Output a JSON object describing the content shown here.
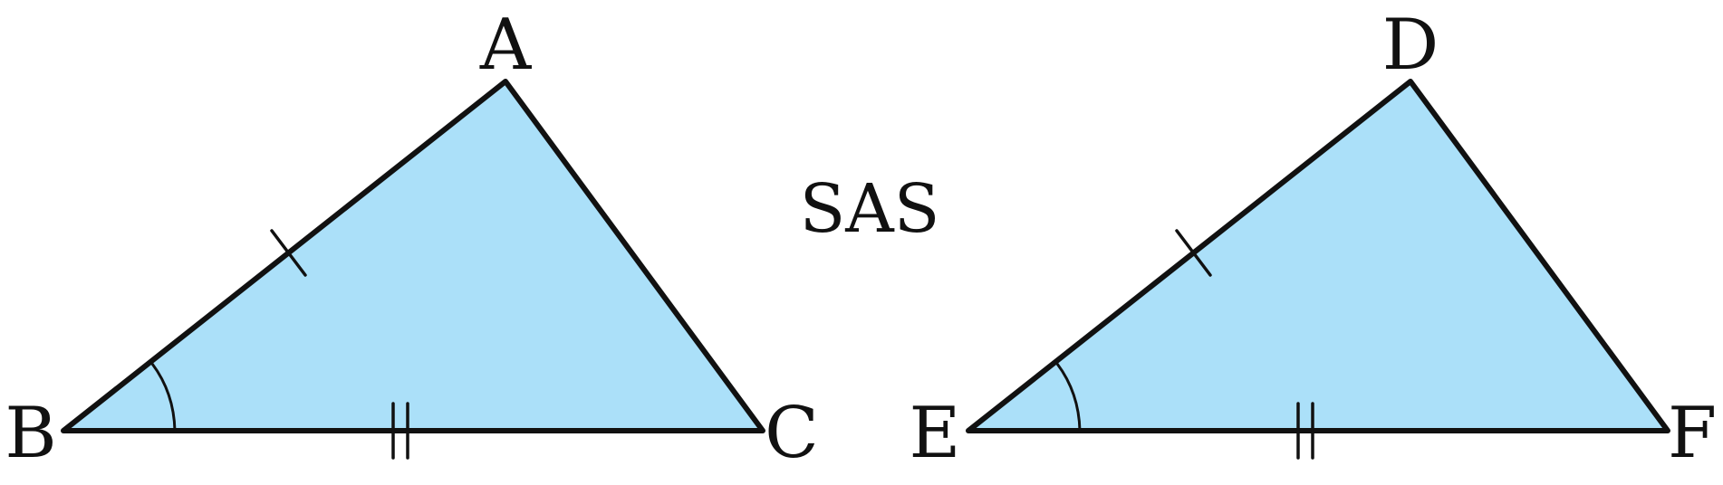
{
  "diagram": {
    "center_label": "SAS",
    "colors": {
      "fill": "#abe0f9",
      "stroke": "#111111"
    },
    "left_triangle": {
      "vertices": [
        "A",
        "B",
        "C"
      ]
    },
    "right_triangle": {
      "vertices": [
        "D",
        "E",
        "F"
      ]
    }
  }
}
